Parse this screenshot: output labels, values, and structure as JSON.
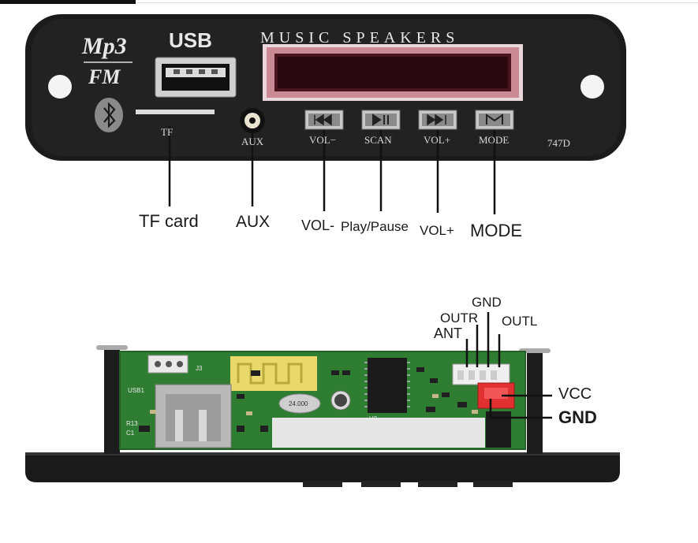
{
  "front_panel": {
    "logo_mp3": "Mp3",
    "logo_fm": "FM",
    "usb_label": "USB",
    "display_title": "MUSIC SPEAKERS",
    "tf_slot_label": "TF",
    "aux_label": "AUX",
    "buttons": [
      {
        "label": "VOL−",
        "icon": "prev-track-icon"
      },
      {
        "label": "SCAN",
        "icon": "play-pause-icon"
      },
      {
        "label": "VOL+",
        "icon": "next-track-icon"
      },
      {
        "label": "MODE",
        "icon": "mode-m-icon"
      }
    ],
    "model": "747D",
    "colors": {
      "panel": "#1b1b1b",
      "display": "#c98a96"
    }
  },
  "callouts_top": [
    "TF card",
    "AUX",
    "VOL-",
    "Play/Pause",
    "VOL+",
    "MODE"
  ],
  "board": {
    "usb_silk": "USB1",
    "j3_silk": "J3",
    "crystal": "24.000",
    "u3_silk": "U3",
    "r13_silk": "R13",
    "c1_silk": "C1",
    "colors": {
      "pcb": "#2f7d32",
      "connector_power": "#e03030"
    }
  },
  "callouts_bottom": {
    "ant": "ANT",
    "outr": "OUTR",
    "gnd_top": "GND",
    "outl": "OUTL",
    "vcc": "VCC",
    "gnd": "GND"
  }
}
